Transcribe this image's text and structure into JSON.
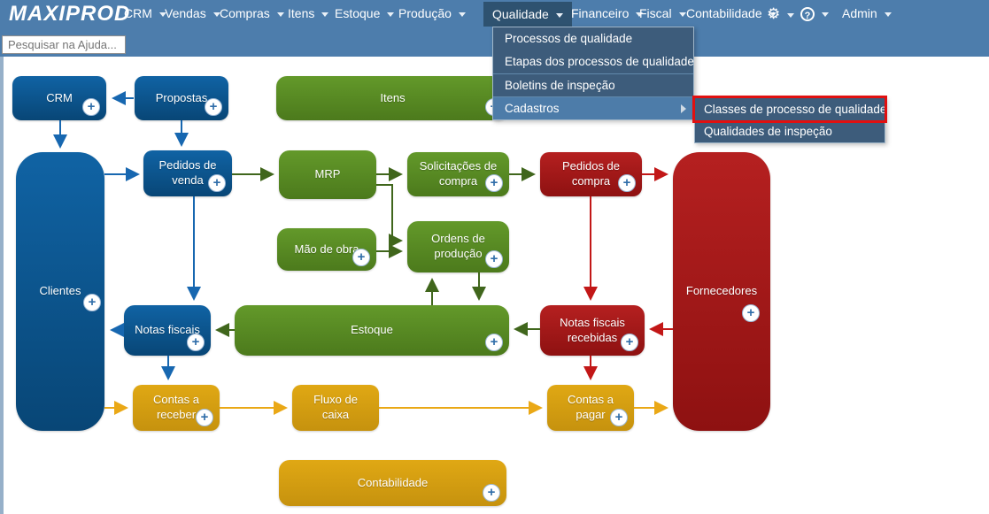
{
  "colors": {
    "header_bg": "#4d7dac",
    "header_active_bg": "#2e5270",
    "menu_bg": "#3d5c7b",
    "menu_hover_bg": "#4d7ca9",
    "annotation_red": "#e11010",
    "node_blue": "#0f5f9e",
    "node_green": "#5d9424",
    "node_red": "#b11c1c",
    "node_gold": "#dda413",
    "arrow_blue": "#1767b0",
    "arrow_green": "#40661c",
    "arrow_red": "#c21717",
    "arrow_gold": "#eaa816"
  },
  "header": {
    "logo": "MAXIPROD",
    "search": {
      "placeholder": "Pesquisar na Ajuda..."
    },
    "nav_items": [
      {
        "label": "CRM"
      },
      {
        "label": "Vendas"
      },
      {
        "label": "Compras"
      },
      {
        "label": "Itens"
      },
      {
        "label": "Estoque"
      },
      {
        "label": "Produção"
      },
      {
        "label": "Qualidade",
        "active": true
      },
      {
        "label": "Financeiro"
      },
      {
        "label": "Fiscal"
      },
      {
        "label": "Contabilidade"
      }
    ],
    "icons": {
      "gear": "⚙",
      "help": "?"
    },
    "admin_label": "Admin"
  },
  "qualidade_menu": {
    "items": [
      {
        "label": "Processos de qualidade"
      },
      {
        "label": "Etapas dos processos de qualidade"
      },
      {
        "label": "Boletins de inspeção",
        "group_start": true
      },
      {
        "label": "Cadastros",
        "group_start": true,
        "hovered": true,
        "has_submenu": true
      }
    ],
    "submenu": {
      "items": [
        {
          "label": "Classes de processo de qualidade",
          "annotated": true
        },
        {
          "label": "Qualidades de inspeção"
        }
      ]
    }
  },
  "diagram": {
    "plus_glyph": "+",
    "nodes": {
      "crm": {
        "label": "CRM",
        "color_group": "blue"
      },
      "propostas": {
        "label": "Propostas",
        "color_group": "blue"
      },
      "itens": {
        "label": "Itens",
        "color_group": "green"
      },
      "pedidos_de_venda": {
        "label": "Pedidos de venda",
        "color_group": "blue"
      },
      "mrp": {
        "label": "MRP",
        "color_group": "green"
      },
      "solicitacoes_de_compra": {
        "label": "Solicitações de compra",
        "color_group": "green"
      },
      "pedidos_de_compra": {
        "label": "Pedidos de compra",
        "color_group": "red"
      },
      "clientes": {
        "label": "Clientes",
        "color_group": "blue"
      },
      "fornecedores": {
        "label": "Fornecedores",
        "color_group": "red"
      },
      "mao_de_obra": {
        "label": "Mão de obra",
        "color_group": "green"
      },
      "ordens_de_producao": {
        "label": "Ordens de produção",
        "color_group": "green"
      },
      "notas_fiscais": {
        "label": "Notas fiscais",
        "color_group": "blue"
      },
      "estoque": {
        "label": "Estoque",
        "color_group": "green"
      },
      "notas_fiscais_recebidas": {
        "label": "Notas fiscais recebidas",
        "color_group": "red"
      },
      "contas_a_receber": {
        "label": "Contas a receber",
        "color_group": "gold"
      },
      "fluxo_de_caixa": {
        "label": "Fluxo de caixa",
        "color_group": "gold",
        "has_plus": false
      },
      "contas_a_pagar": {
        "label": "Contas a pagar",
        "color_group": "gold"
      },
      "contabilidade": {
        "label": "Contabilidade",
        "color_group": "gold"
      }
    },
    "edges": [
      {
        "from": "propostas",
        "to": "crm",
        "color": "blue"
      },
      {
        "from": "crm",
        "to": "clientes",
        "color": "blue"
      },
      {
        "from": "propostas",
        "to": "pedidos_de_venda",
        "color": "blue"
      },
      {
        "from": "clientes",
        "to": "pedidos_de_venda",
        "color": "blue"
      },
      {
        "from": "pedidos_de_venda",
        "to": "notas_fiscais",
        "color": "blue"
      },
      {
        "from": "notas_fiscais",
        "to": "clientes",
        "color": "blue"
      },
      {
        "from": "notas_fiscais",
        "to": "contas_a_receber",
        "color": "blue"
      },
      {
        "from": "pedidos_de_venda",
        "to": "mrp",
        "color": "green"
      },
      {
        "from": "mrp",
        "to": "solicitacoes_de_compra",
        "color": "green"
      },
      {
        "from": "solicitacoes_de_compra",
        "to": "pedidos_de_compra",
        "color": "green"
      },
      {
        "from": "mrp",
        "to": "ordens_de_producao",
        "color": "green"
      },
      {
        "from": "mao_de_obra",
        "to": "ordens_de_producao",
        "color": "green"
      },
      {
        "from": "estoque",
        "to": "ordens_de_producao",
        "color": "green"
      },
      {
        "from": "ordens_de_producao",
        "to": "estoque",
        "color": "green"
      },
      {
        "from": "estoque",
        "to": "notas_fiscais",
        "color": "green"
      },
      {
        "from": "notas_fiscais_recebidas",
        "to": "estoque",
        "color": "green"
      },
      {
        "from": "pedidos_de_compra",
        "to": "fornecedores",
        "color": "red"
      },
      {
        "from": "pedidos_de_compra",
        "to": "notas_fiscais_recebidas",
        "color": "red"
      },
      {
        "from": "fornecedores",
        "to": "notas_fiscais_recebidas",
        "color": "red"
      },
      {
        "from": "notas_fiscais_recebidas",
        "to": "contas_a_pagar",
        "color": "red"
      },
      {
        "from": "clientes",
        "to": "contas_a_receber",
        "color": "gold"
      },
      {
        "from": "contas_a_receber",
        "to": "fluxo_de_caixa",
        "color": "gold"
      },
      {
        "from": "fluxo_de_caixa",
        "to": "contas_a_pagar",
        "color": "gold"
      },
      {
        "from": "contas_a_pagar",
        "to": "fornecedores",
        "color": "gold"
      }
    ]
  }
}
